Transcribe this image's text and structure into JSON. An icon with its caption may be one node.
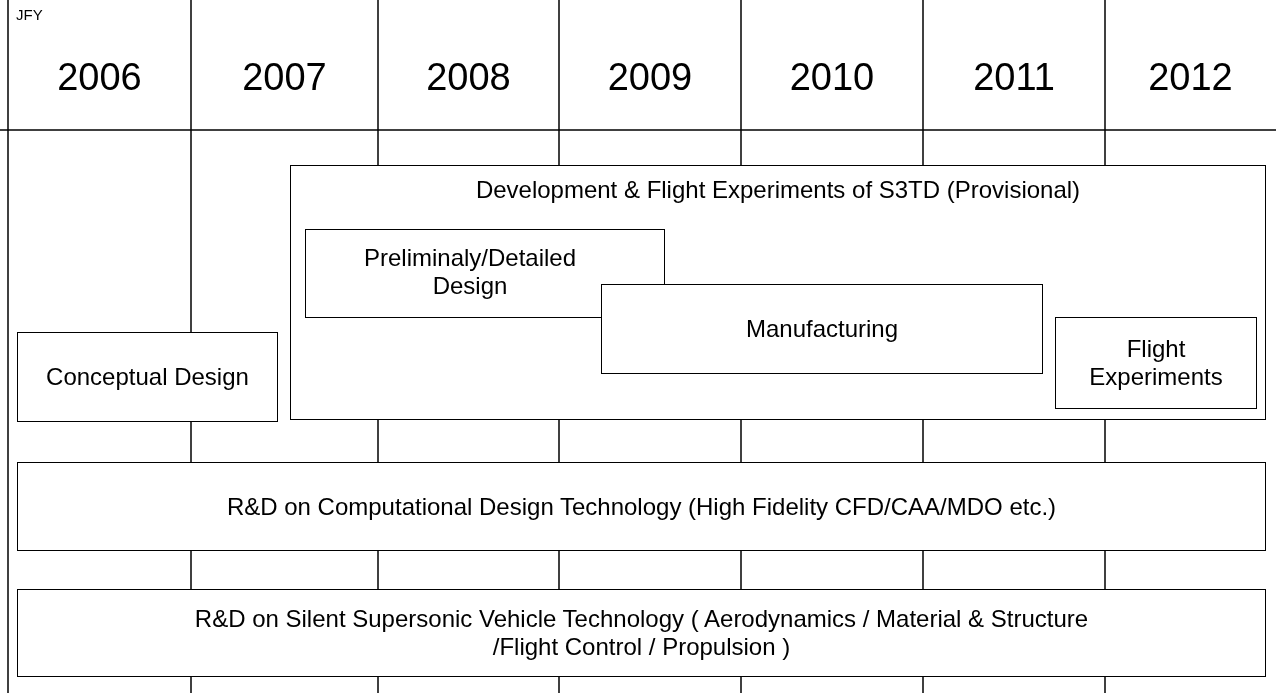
{
  "diagram": {
    "nodes": [
      {
        "text": [
          "Conceptual Design"
        ]
      },
      {
        "text": [
          "Development & Flight Experiments of S3TD (Provisional)"
        ]
      },
      {
        "text": [
          "Preliminaly/Detailed Design"
        ],
        "in": 1
      },
      {
        "text": [
          "Manufacturing"
        ],
        "in": 1
      },
      {
        "text": [
          "Flight Experiments"
        ],
        "in": 1
      },
      {
        "text": [
          "R&D on Computational Design Technology (High Fidelity CFD/CAA/MDO etc.)"
        ]
      },
      {
        "text": [
          "R&D on Silent Supersonic Vehicle Technology ( Aerodynamics / Material & Structure /Flight Control / Propulsion )"
        ]
      }
    ],
    "edges": [],
    "labels": [
      "JFY",
      "2006",
      "2007",
      "2008",
      "2009",
      "2010",
      "2011",
      "2012"
    ]
  }
}
